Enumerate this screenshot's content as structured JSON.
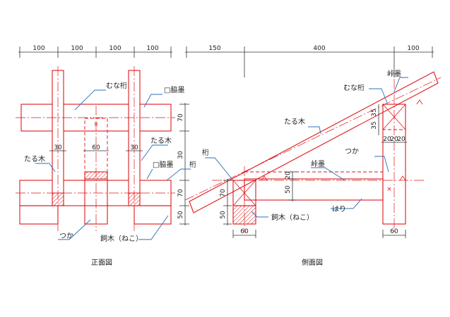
{
  "colors": {
    "member": "#e0161b",
    "center": "#e0161b",
    "leader": "#2f6fb8",
    "dim": "#333333",
    "text": "#222222"
  },
  "front_view": {
    "title": "正面図",
    "top_dims": [
      "100",
      "100",
      "100",
      "100"
    ],
    "right_dims": [
      "70",
      "30",
      "70",
      "50"
    ],
    "inner_dims": [
      "30",
      "60",
      "30"
    ],
    "labels": {
      "munageta": "むな桁",
      "kawaki_top": "□脇墨",
      "taruki_left": "たる木",
      "taruki_right": "たる木",
      "kawaki_mid": "□脇墨",
      "keta": "桁",
      "tsuka": "つか",
      "neko": "飼木（ねこ）"
    }
  },
  "side_view": {
    "title": "側面図",
    "top_dims": [
      "150",
      "400",
      "100"
    ],
    "labels": {
      "munageta": "むな桁",
      "mineboku_top": "峠墨",
      "taruki": "たる木",
      "keta": "桁",
      "tsuka": "つか",
      "mineboku_mid": "峠墨",
      "hari": "はり",
      "neko": "飼木（ねこ）"
    },
    "dims": {
      "d35a": "35",
      "d35b": "35",
      "d20a": "20",
      "d20b": "20",
      "d20c": "20",
      "d70_left": "70",
      "d50_left": "50",
      "d20_mid": "20",
      "d50_mid": "50",
      "d60_left": "60",
      "d60_right": "60"
    }
  }
}
